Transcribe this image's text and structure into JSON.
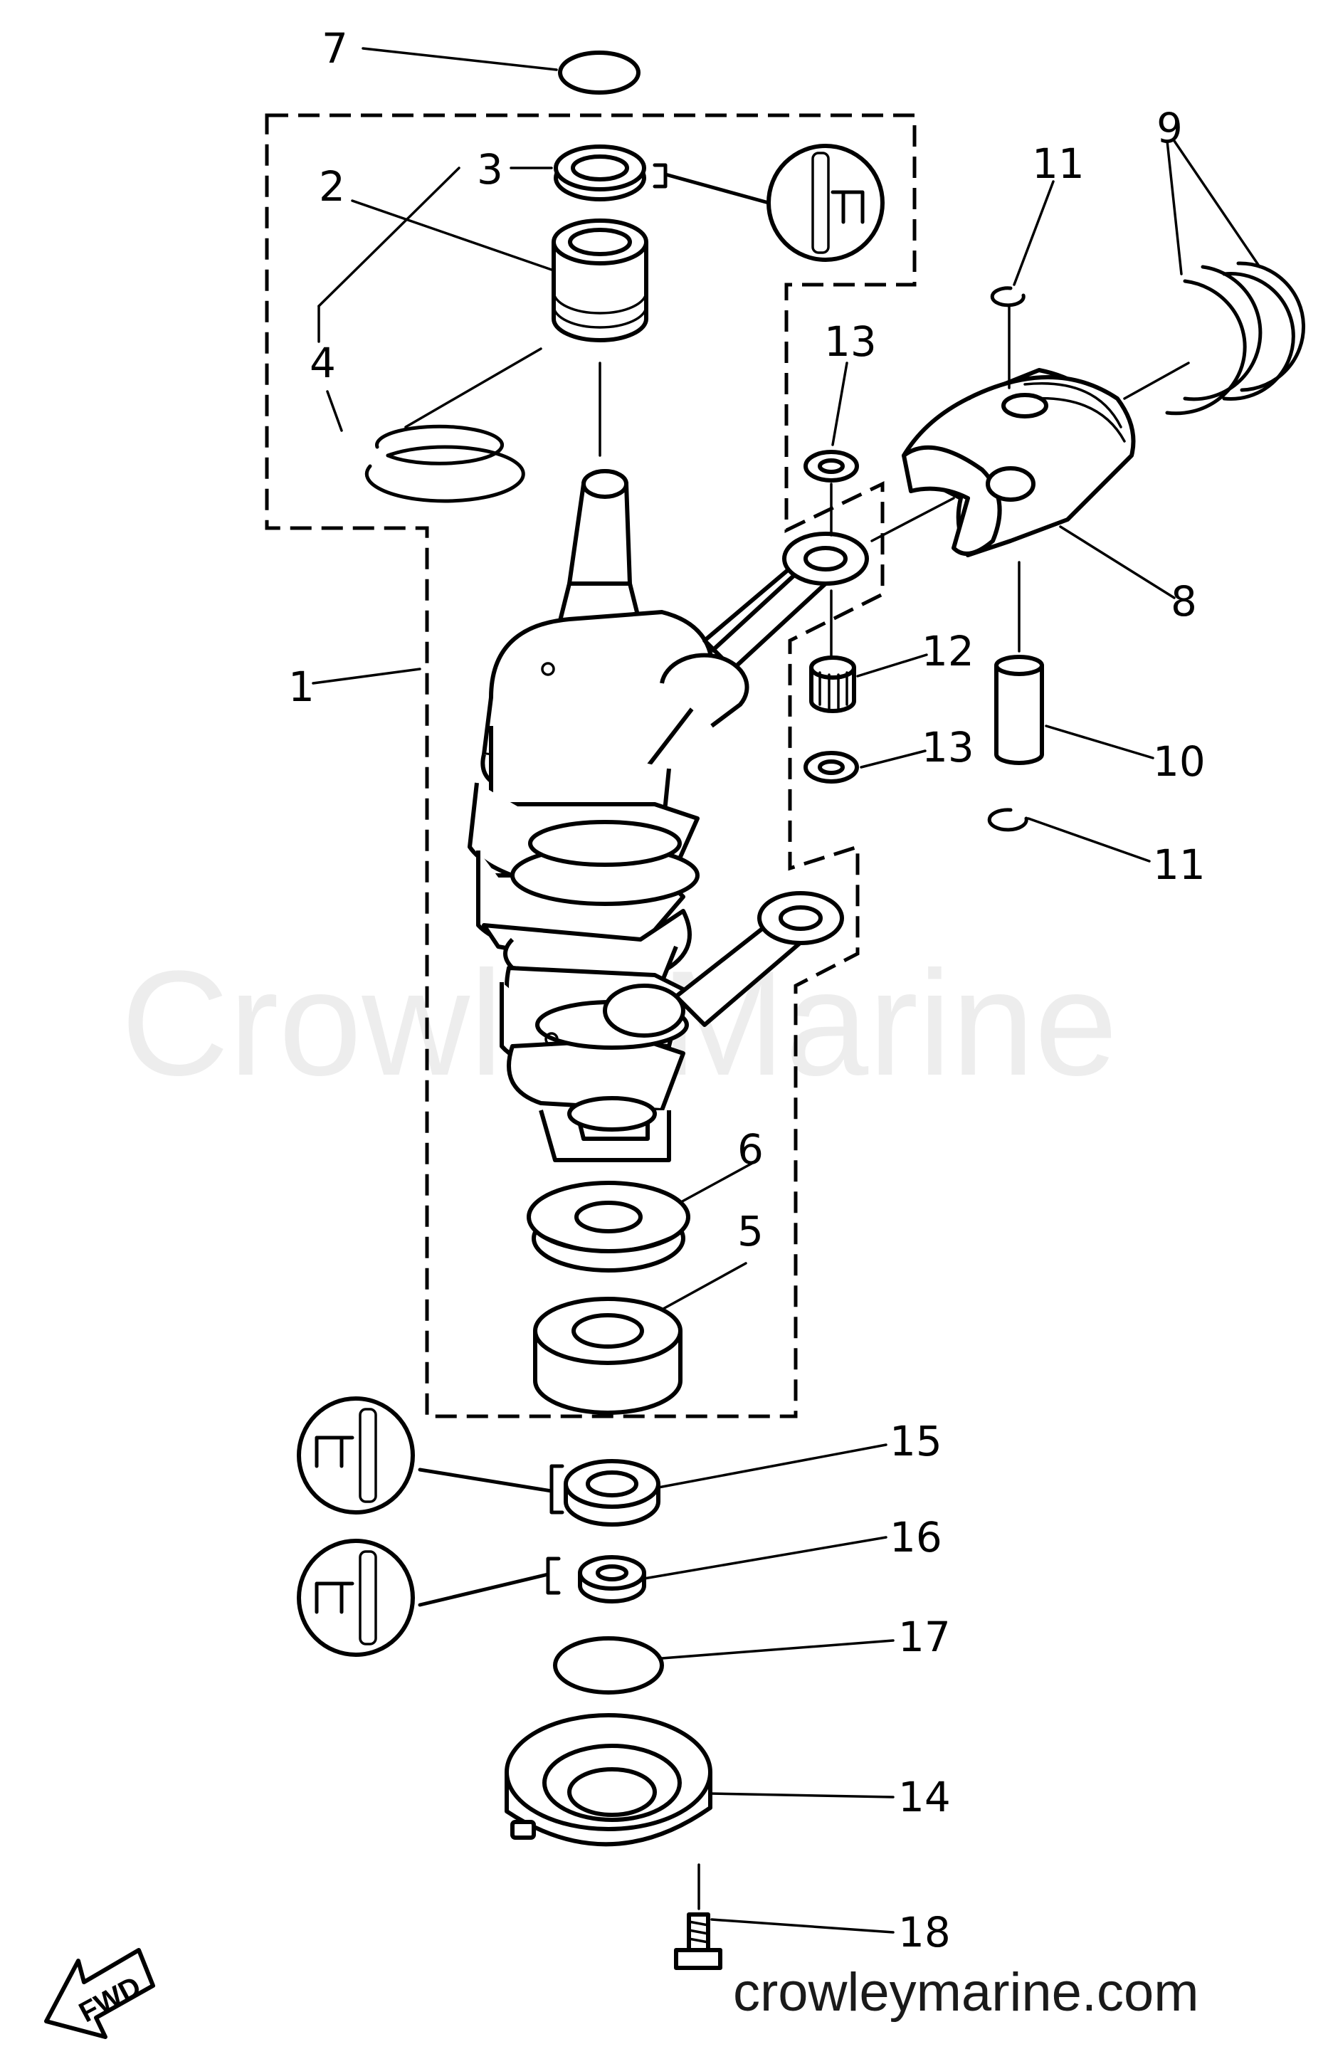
{
  "watermark": "CrowleyMarine",
  "site_url": "crowleymarine.com",
  "direction_arrow": "FWD",
  "callouts": {
    "c1": "1",
    "c2": "2",
    "c3": "3",
    "c4": "4",
    "c5": "5",
    "c6": "6",
    "c7": "7",
    "c8": "8",
    "c9": "9",
    "c10": "10",
    "c11a": "11",
    "c11b": "11",
    "c12": "12",
    "c13a": "13",
    "c13b": "13",
    "c14": "14",
    "c15": "15",
    "c16": "16",
    "c17": "17",
    "c18": "18"
  },
  "icons": [
    "grease-apply-icon",
    "fwd-arrow-icon"
  ]
}
